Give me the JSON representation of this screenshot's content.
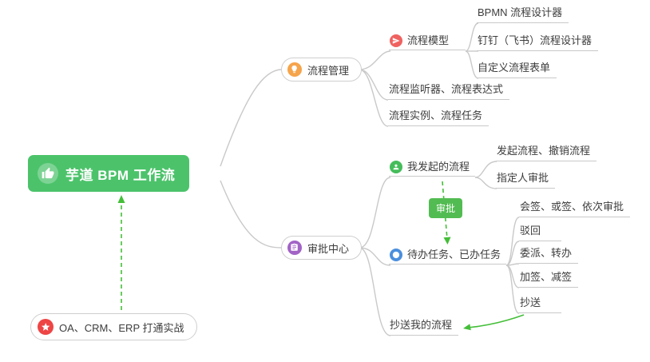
{
  "root": {
    "label": "芋道 BPM 工作流"
  },
  "process_mgmt": {
    "label": "流程管理",
    "process_model": {
      "label": "流程模型",
      "children": [
        "BPMN 流程设计器",
        "钉钉（飞书）流程设计器",
        "自定义流程表单"
      ]
    },
    "listener_expr": {
      "label": "流程监听器、流程表达式"
    },
    "instance_task": {
      "label": "流程实例、流程任务"
    }
  },
  "approval_center": {
    "label": "审批中心",
    "my_initiated": {
      "label": "我发起的流程",
      "children": [
        "发起流程、撤销流程",
        "指定人审批"
      ]
    },
    "todo_done": {
      "label": "待办任务、已办任务",
      "children": [
        "会签、或签、依次审批",
        "驳回",
        "委派、转办",
        "加签、减签",
        "抄送"
      ]
    },
    "cc_my_process": {
      "label": "抄送我的流程"
    }
  },
  "practice": {
    "label": "OA、CRM、ERP 打通实战"
  },
  "badge": {
    "label": "审批"
  },
  "icons": {
    "root": "thumbs-up-icon",
    "process_mgmt": "lightbulb-icon",
    "approval_center": "clipboard-icon",
    "process_model": "send-icon",
    "my_initiated": "user-icon",
    "todo_done": "clock-icon",
    "practice": "star-icon"
  },
  "colors": {
    "root_bg": "#4CC36B",
    "connector": "#C9C9C9",
    "arrow_green": "#44BE38",
    "icon_orange": "#F6A44B",
    "icon_purple": "#A263C6",
    "icon_pink": "#EF6260",
    "icon_green": "#45BD5A",
    "icon_blue": "#4B8FDE",
    "icon_red": "#EE4545",
    "badge_bg": "#52BC52"
  }
}
